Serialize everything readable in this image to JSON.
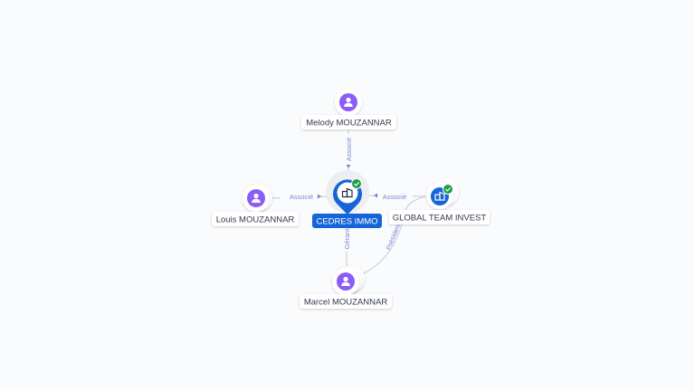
{
  "nodes": {
    "center": {
      "label": "CEDRES IMMO",
      "type": "company",
      "verified": true
    },
    "melody": {
      "label": "Melody MOUZANNAR",
      "type": "person"
    },
    "louis": {
      "label": "Louis MOUZANNAR",
      "type": "person"
    },
    "marcel": {
      "label": "Marcel MOUZANNAR",
      "type": "person"
    },
    "global": {
      "label": "GLOBAL TEAM INVEST",
      "type": "company",
      "verified": true
    }
  },
  "edges": {
    "melody_center": "Associé",
    "louis_center": "Associé",
    "global_center": "Associé",
    "marcel_center": "Gérant",
    "marcel_global": "Président"
  },
  "colors": {
    "person": "#8b5cf6",
    "company": "#1565d8",
    "verified": "#1e9e4a",
    "edge": "#c5cad6",
    "edge_label": "#7b86d6"
  },
  "icons": {
    "person": "person-icon",
    "company": "building-icon",
    "verified": "check-badge-icon"
  }
}
